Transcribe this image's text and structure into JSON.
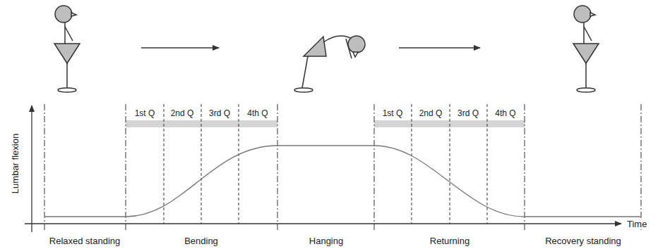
{
  "diagram": {
    "labels": [
      "Lumbar flexion",
      "1st Q",
      "2nd Q",
      "3rd Q",
      "4th Q",
      "1st Q",
      "2nd Q",
      "3rd Q",
      "4th Q",
      "Time",
      "Relaxed standing",
      "Bending",
      "Hanging",
      "Returning",
      "Recovery standing"
    ]
  }
}
